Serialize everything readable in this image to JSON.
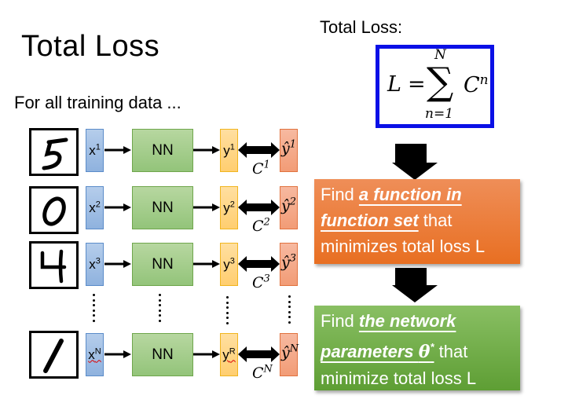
{
  "slide": {
    "title": "Total Loss",
    "subtitle": "For all training data ..."
  },
  "formula": {
    "label": "Total Loss:",
    "lhs": "L",
    "equals": "=",
    "sigma": "∑",
    "upper_limit": "N",
    "lower_limit": "n=1",
    "term": "C",
    "term_superscript": "n",
    "border_color": "#0A10E6"
  },
  "rows": [
    {
      "digit": "5",
      "x": "x",
      "x_sup": "1",
      "nn": "NN",
      "y": "y",
      "y_sup": "1",
      "yhat": "ŷ",
      "yhat_sup": "1",
      "c": "C",
      "c_sup": "1"
    },
    {
      "digit": "0",
      "x": "x",
      "x_sup": "2",
      "nn": "NN",
      "y": "y",
      "y_sup": "2",
      "yhat": "ŷ",
      "yhat_sup": "2",
      "c": "C",
      "c_sup": "2"
    },
    {
      "digit": "4",
      "x": "x",
      "x_sup": "3",
      "nn": "NN",
      "y": "y",
      "y_sup": "3",
      "yhat": "ŷ",
      "yhat_sup": "3",
      "c": "C",
      "c_sup": "3"
    },
    {
      "digit": "1",
      "x": "x",
      "x_sup": "N",
      "nn": "NN",
      "y": "y",
      "y_sup": "R",
      "yhat": "ŷ",
      "yhat_sup": "N",
      "c": "C",
      "c_sup": "N"
    }
  ],
  "steps": [
    {
      "prefix": "Find ",
      "emphasis_1": "a function in",
      "emphasis_2": "function set",
      "suffix_2": " that",
      "line_3": "minimizes total loss L",
      "color": "#E86F22"
    },
    {
      "prefix": "Find ",
      "emphasis_1": "the network",
      "emphasis_2": "parameters ",
      "theta": "θ",
      "theta_sup": "*",
      "suffix_2": " that",
      "line_3": "minimize total loss L",
      "color": "#5E9E34"
    }
  ],
  "colors": {
    "input_box": "#A3C1E6",
    "nn_box": "#A5CE8D",
    "output_box": "#FFD688",
    "target_box": "#F4AA8A"
  }
}
